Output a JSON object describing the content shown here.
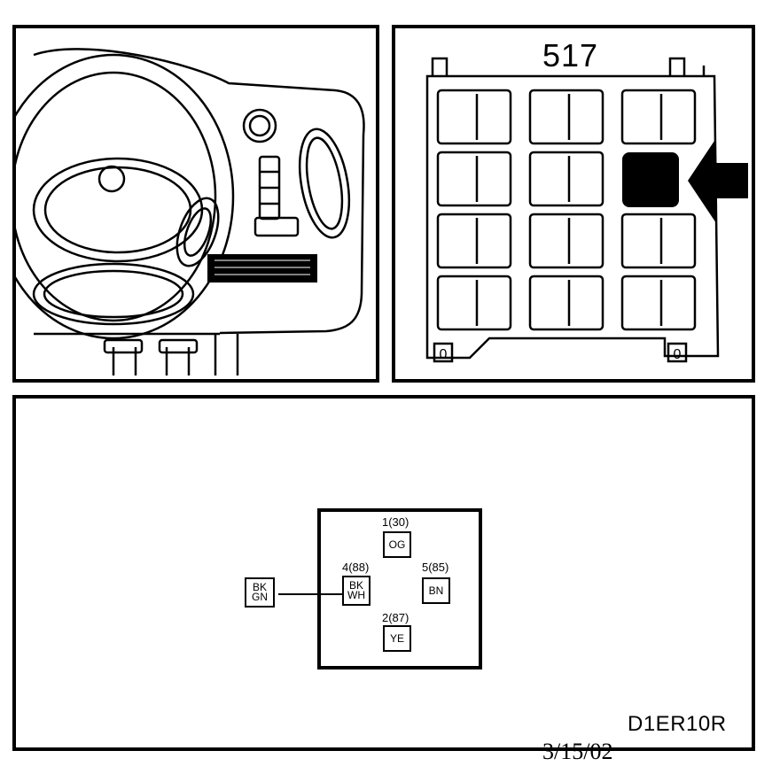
{
  "relay_block": {
    "number": "517",
    "corner_marks": [
      "0",
      "0"
    ]
  },
  "connector": {
    "pins": [
      {
        "id": "1(30)",
        "color": "OG"
      },
      {
        "id": "4(88)",
        "color": "BK WH",
        "lines": [
          "BK",
          "WH"
        ]
      },
      {
        "id": "5(85)",
        "color": "BN"
      },
      {
        "id": "2(87)",
        "color": "YE"
      }
    ],
    "external_wire": {
      "color": "BK GN",
      "lines": [
        "BK",
        "GN"
      ]
    }
  },
  "footer": {
    "code": "D1ER10R",
    "date": "3/15/02"
  }
}
